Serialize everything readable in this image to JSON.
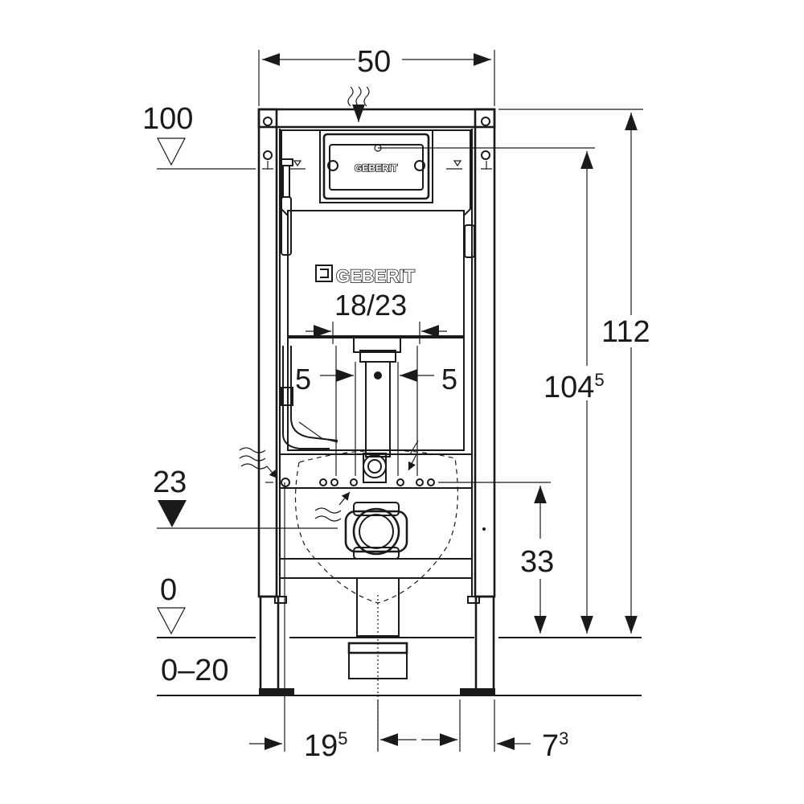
{
  "dimensions": {
    "frame_width": "50",
    "actuation_height": "100",
    "top_height": "112",
    "cistern_height_main": "104",
    "cistern_height_sup": "5",
    "flush_width": "18/23",
    "offset_left": "5",
    "offset_right": "5",
    "supply_height": "23",
    "outlet_height": "33",
    "floor_level": "0",
    "floor_range": "0–20",
    "bottom_left_main": "19",
    "bottom_left_sup": "5",
    "bottom_right_main": "7",
    "bottom_right_sup": "3"
  },
  "branding": {
    "plate_logo": "GEBERIT",
    "cistern_logo": "GEBERIT"
  },
  "colors": {
    "line": "#1a1a1a",
    "background": "#ffffff"
  }
}
